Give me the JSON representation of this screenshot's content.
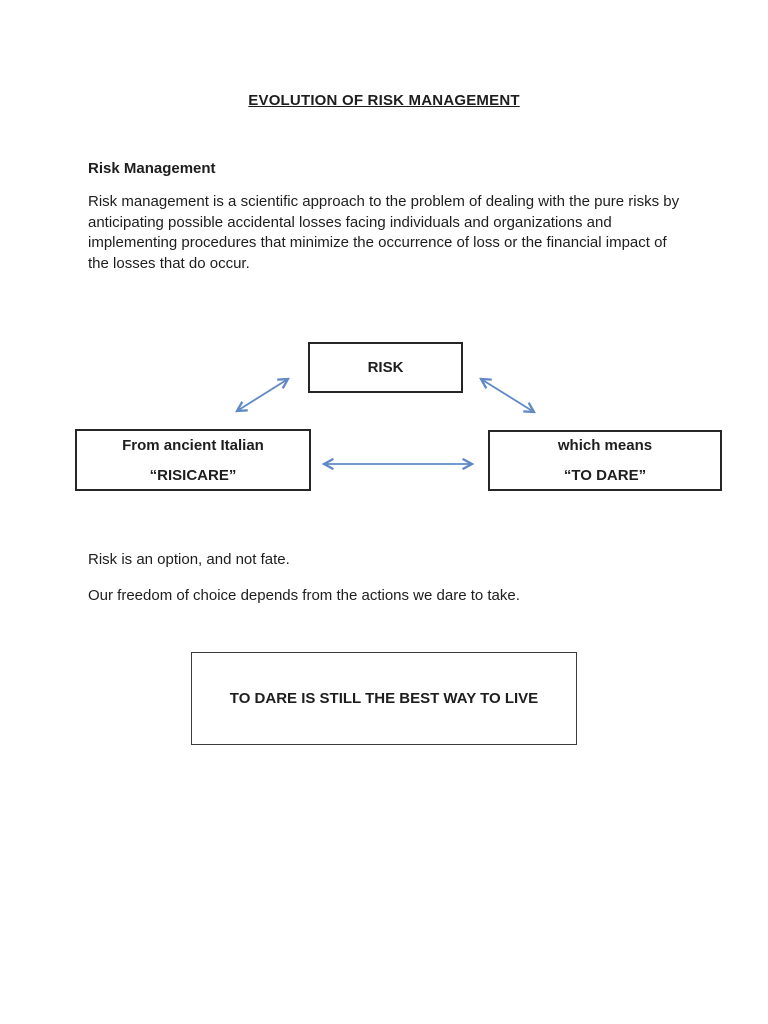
{
  "document": {
    "title": "EVOLUTION OF RISK MANAGEMENT",
    "heading": "Risk Management",
    "paragraph": "Risk management is a scientific approach to the problem of dealing with the pure risks by anticipating possible accidental losses facing individuals and organizations and implementing procedures that minimize the occurrence of loss or the financial impact of the losses that do occur.",
    "sentences": {
      "risk_option": "Risk is an option, and not fate.",
      "freedom_choice": "Our freedom of choice depends from the actions we dare to take."
    },
    "callout": "TO DARE IS STILL THE BEST WAY TO LIVE"
  },
  "diagram": {
    "risk_label": "RISK",
    "origin_line1": "From ancient Italian",
    "origin_line2": "“RISICARE”",
    "meaning_line1": "which means",
    "meaning_line2": "“TO DARE”",
    "arrow_color": "#6189c6"
  }
}
